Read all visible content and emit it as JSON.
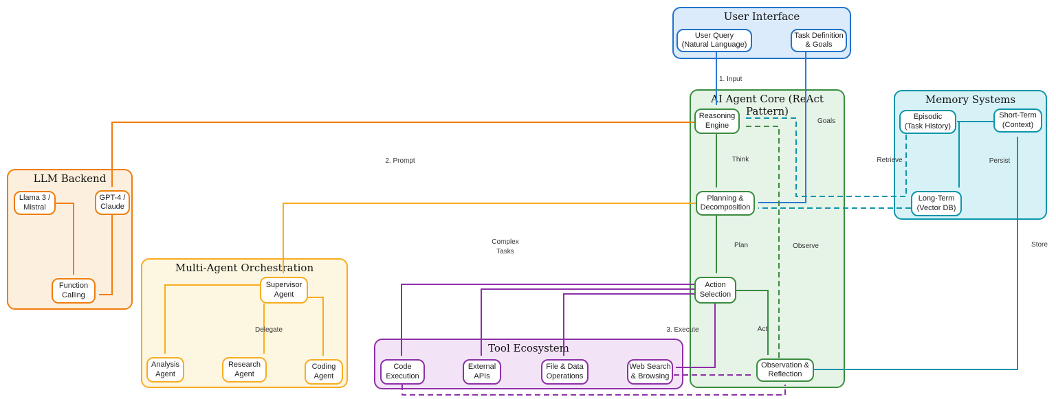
{
  "groups": {
    "ui": {
      "title": "User Interface"
    },
    "core": {
      "title": "AI Agent Core (ReAct Pattern)"
    },
    "mem": {
      "title": "Memory Systems"
    },
    "llm": {
      "title": "LLM Backend"
    },
    "multi": {
      "title": "Multi-Agent Orchestration"
    },
    "tools": {
      "title": "Tool Ecosystem"
    }
  },
  "nodes": {
    "user_query": {
      "label": "User Query\n(Natural Language)"
    },
    "task_definition": {
      "label": "Task Definition\n& Goals"
    },
    "reasoning": {
      "label": "Reasoning\nEngine"
    },
    "planning": {
      "label": "Planning &\nDecomposition"
    },
    "action": {
      "label": "Action\nSelection"
    },
    "observation": {
      "label": "Observation &\nReflection"
    },
    "episodic": {
      "label": "Episodic\n(Task History)"
    },
    "short_term": {
      "label": "Short-Term\n(Context)"
    },
    "long_term": {
      "label": "Long-Term\n(Vector DB)"
    },
    "llama": {
      "label": "Llama 3 /\nMistral"
    },
    "gpt4": {
      "label": "GPT-4 /\nClaude"
    },
    "function_calling": {
      "label": "Function\nCalling"
    },
    "supervisor": {
      "label": "Supervisor\nAgent"
    },
    "analysis": {
      "label": "Analysis\nAgent"
    },
    "research": {
      "label": "Research\nAgent"
    },
    "coding": {
      "label": "Coding\nAgent"
    },
    "code_execution": {
      "label": "Code\nExecution"
    },
    "external_apis": {
      "label": "External\nAPIs"
    },
    "file_data": {
      "label": "File & Data\nOperations"
    },
    "web_search": {
      "label": "Web Search\n& Browsing"
    }
  },
  "edge_labels": {
    "input": "1. Input",
    "goals": "Goals",
    "think": "Think",
    "prompt": "2. Prompt",
    "complex": "Complex\nTasks",
    "plan": "Plan",
    "observe": "Observe",
    "act": "Act",
    "execute": "3. Execute",
    "delegate": "Delegate",
    "retrieve": "Retrieve",
    "persist": "Persist",
    "store": "Store"
  },
  "colors": {
    "blue": "#2273c9",
    "green": "#3a8c3f",
    "teal": "#0d95aa",
    "orange": "#ef7d0c",
    "amber": "#f9ab20",
    "purple": "#8e2fa8",
    "fill_blue": "#dcebfb",
    "fill_green": "#e6f3e7",
    "fill_teal": "#d7f2f7",
    "fill_orange": "#fcefde",
    "fill_amber": "#fdf7e1",
    "fill_purple": "#f2e3f7"
  }
}
